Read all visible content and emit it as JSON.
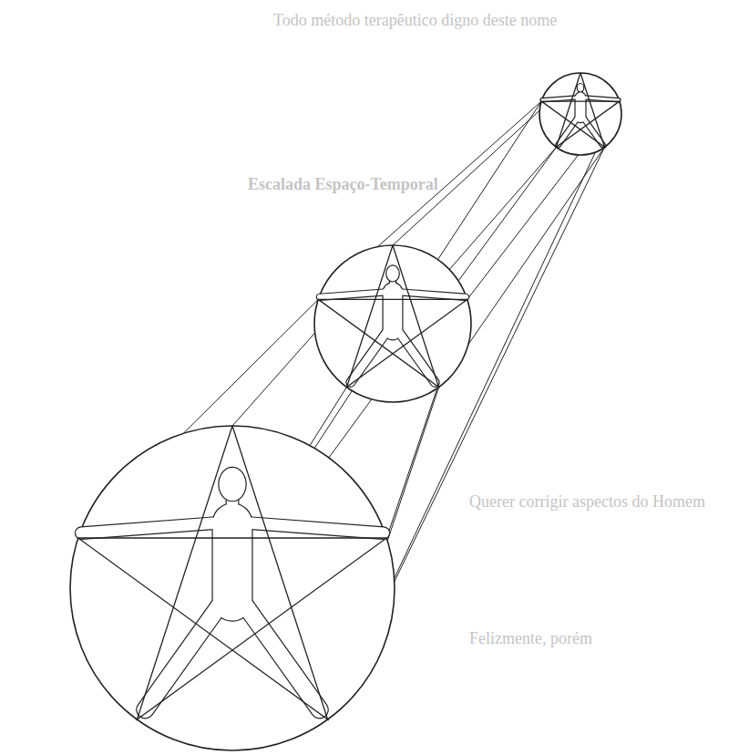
{
  "diagram": {
    "labels": [
      "Todo método terapêutico digno deste nome",
      "Escalada Espaço-Temporal",
      "Querer corrigir aspectos do Homem",
      "Felizmente, porém"
    ]
  }
}
